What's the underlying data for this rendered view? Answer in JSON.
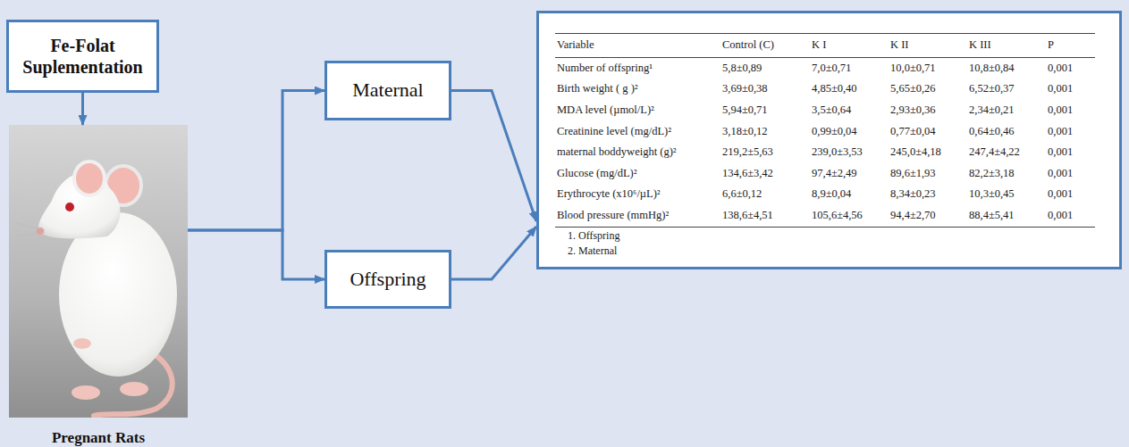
{
  "diagram": {
    "nodes": [
      {
        "text": [
          "Fe-Folat Suplementation"
        ]
      },
      {
        "text": [
          "Pregnant Rats"
        ]
      },
      {
        "text": [
          "Maternal"
        ]
      },
      {
        "text": [
          "Offspring"
        ]
      },
      {
        "text": [
          "Variable",
          "Control (C)",
          "K I",
          "K II",
          "K III",
          "P",
          "Number of offspring¹",
          "5,8±0,89",
          "7,0±0,71",
          "10,0±0,71",
          "10,8±0,84",
          "0,001",
          "Birth weight ( g )²",
          "3,69±0,38",
          "4,85±0,40",
          "5,65±0,26",
          "6,52±0,37",
          "0,001",
          "MDA level (µmol/L)²",
          "5,94±0,71",
          "3,5±0,64",
          "2,93±0,36",
          "2,34±0,21",
          "0,001",
          "Creatinine level (mg/dL)²",
          "3,18±0,12",
          "0,99±0,04",
          "0,77±0,04",
          "0,64±0,46",
          "0,001",
          "maternal boddyweight (g)²",
          "219,2±5,63",
          "239,0±3,53",
          "245,0±4,18",
          "247,4±4,22",
          "0,001",
          "Glucose (mg/dL)²",
          "134,6±3,42",
          "97,4±2,49",
          "89,6±1,93",
          "82,2±3,18",
          "0,001",
          "Erythrocyte (x10⁶/µL)²",
          "6,6±0,12",
          "8,9±0,04",
          "8,34±0,23",
          "10,3±0,45",
          "0,001",
          "Blood pressure (mmHg)²",
          "138,6±4,51",
          "105,6±4,56",
          "94,4±2,70",
          "88,4±5,41",
          "0,001",
          "1. Offspring",
          "2. Maternal"
        ]
      }
    ],
    "edges": [
      {
        "from": 0,
        "to": 1,
        "arrow": "to"
      },
      {
        "from": 1,
        "to": 2,
        "arrow": "to"
      },
      {
        "from": 1,
        "to": 3,
        "arrow": "to"
      },
      {
        "from": 2,
        "to": 4,
        "arrow": "to"
      },
      {
        "from": 3,
        "to": 4,
        "arrow": "to"
      }
    ]
  }
}
